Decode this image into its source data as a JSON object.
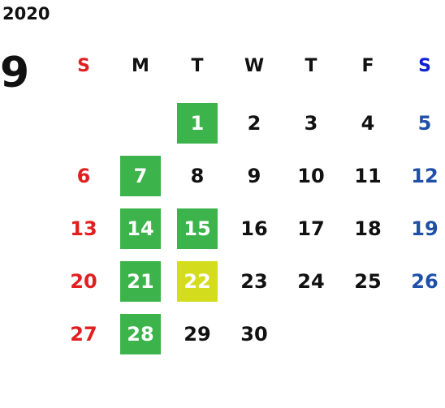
{
  "calendar": {
    "year": "2020",
    "month": "9",
    "weekdays": [
      "S",
      "M",
      "T",
      "W",
      "T",
      "F",
      "S"
    ],
    "colors": {
      "sunday": "#e02020",
      "saturday_header": "#1020d0",
      "saturday": "#1f4fa8",
      "weekday": "#111111",
      "highlight_green": "#3cb44b",
      "highlight_yellow": "#d4dc1e"
    },
    "weeks": [
      [
        {
          "day": ""
        },
        {
          "day": ""
        },
        {
          "day": "1",
          "highlight": "green"
        },
        {
          "day": "2"
        },
        {
          "day": "3"
        },
        {
          "day": "4"
        },
        {
          "day": "5"
        }
      ],
      [
        {
          "day": "6"
        },
        {
          "day": "7",
          "highlight": "green"
        },
        {
          "day": "8"
        },
        {
          "day": "9"
        },
        {
          "day": "10"
        },
        {
          "day": "11"
        },
        {
          "day": "12"
        }
      ],
      [
        {
          "day": "13"
        },
        {
          "day": "14",
          "highlight": "green"
        },
        {
          "day": "15",
          "highlight": "green"
        },
        {
          "day": "16"
        },
        {
          "day": "17"
        },
        {
          "day": "18"
        },
        {
          "day": "19"
        }
      ],
      [
        {
          "day": "20"
        },
        {
          "day": "21",
          "highlight": "green"
        },
        {
          "day": "22",
          "highlight": "yellow"
        },
        {
          "day": "23"
        },
        {
          "day": "24"
        },
        {
          "day": "25"
        },
        {
          "day": "26"
        }
      ],
      [
        {
          "day": "27"
        },
        {
          "day": "28",
          "highlight": "green"
        },
        {
          "day": "29"
        },
        {
          "day": "30"
        },
        {
          "day": ""
        },
        {
          "day": ""
        },
        {
          "day": ""
        }
      ]
    ]
  }
}
